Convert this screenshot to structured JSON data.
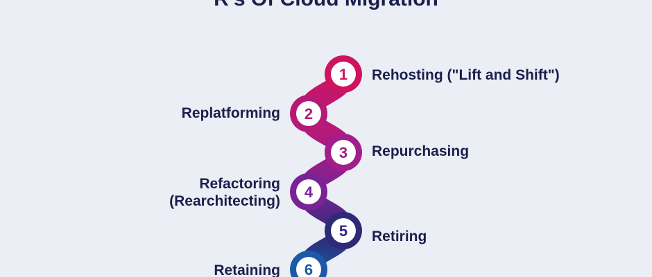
{
  "title": "R's Of Cloud Migration",
  "steps": [
    {
      "number": "1",
      "label": "Rehosting (\"Lift and Shift\")",
      "side": "right",
      "color": "#d0135e"
    },
    {
      "number": "2",
      "label": "Replatforming",
      "side": "left",
      "color": "#b51a78"
    },
    {
      "number": "3",
      "label": "Repurchasing",
      "side": "right",
      "color": "#a11e8c"
    },
    {
      "number": "4",
      "label": "Refactoring (Rearchitecting)",
      "label_lines": [
        "Refactoring",
        "(Rearchitecting)"
      ],
      "side": "left",
      "color": "#7a2394"
    },
    {
      "number": "5",
      "label": "Retiring",
      "side": "right",
      "color": "#2e2a78"
    },
    {
      "number": "6",
      "label": "Retaining",
      "side": "left",
      "color": "#1a5aa8"
    }
  ],
  "colors": {
    "background": "#eceef5",
    "text": "#1a1f4b",
    "gradient_start": "#d0135e",
    "gradient_mid": "#7a2394",
    "gradient_end": "#1a5aa8"
  }
}
